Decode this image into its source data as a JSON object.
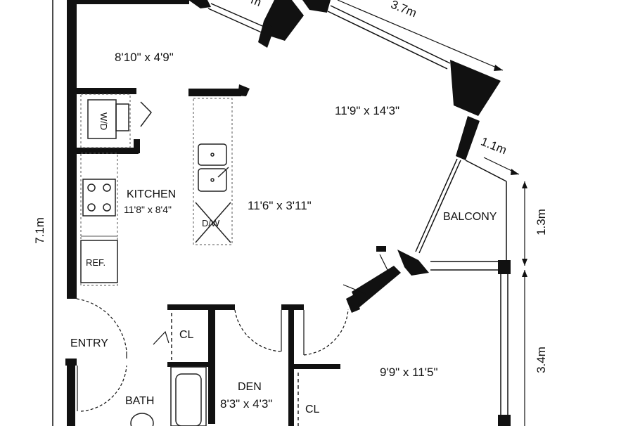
{
  "plan": {
    "rooms": {
      "dining": {
        "size": "8'10\" x 4'9\""
      },
      "living": {
        "size": "11'9\" x 14'3\""
      },
      "kitchen": {
        "name": "KITCHEN",
        "size": "11'8\" x 8'4\""
      },
      "hall": {
        "size": "11'6\" x 3'11\""
      },
      "balcony": {
        "name": "BALCONY"
      },
      "entry": {
        "name": "ENTRY"
      },
      "closet": {
        "name": "CL"
      },
      "den": {
        "name": "DEN",
        "size": "8'3\" x 4'3\""
      },
      "closet2": {
        "name": "CL"
      },
      "bath": {
        "name": "BATH"
      },
      "bedroom": {
        "size": "9'9\" x 11'5\""
      }
    },
    "fixtures": {
      "washer_dryer": "W/D",
      "dishwasher": "D/W",
      "refrigerator": "REF."
    },
    "dimensions": {
      "top_partial": "m",
      "top_wall": "3.7m",
      "balcony_width": "1.1m",
      "left_height": "7.1m",
      "balcony_depth": "1.3m",
      "bedroom_wall": "3.4m"
    },
    "colors": {
      "wall": "#111111",
      "background": "#ffffff"
    }
  }
}
